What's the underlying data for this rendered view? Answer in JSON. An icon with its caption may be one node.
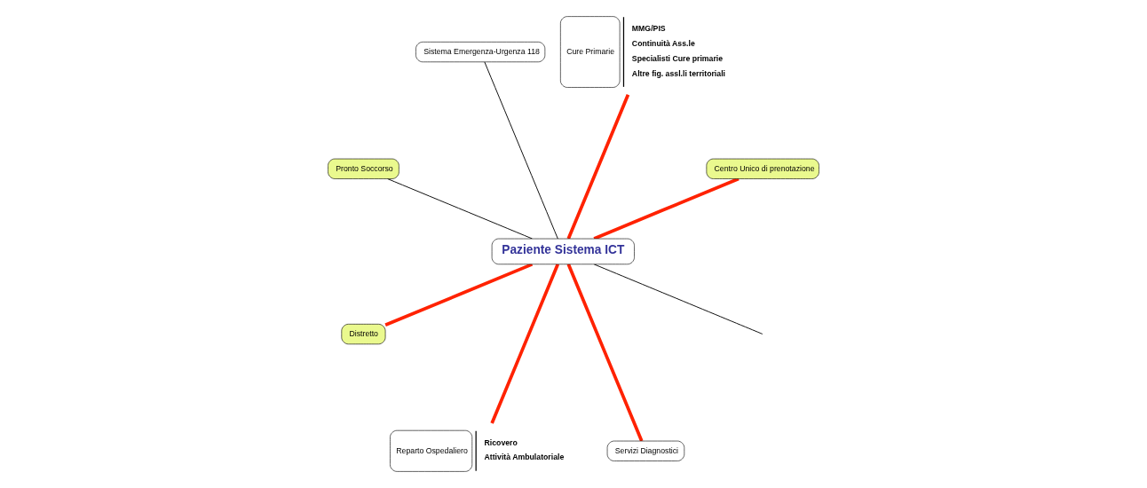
{
  "diagram": {
    "nodes": [
      {
        "text": [
          "Centro Unico di prenotazione"
        ]
      },
      {
        "text": [
          "Cure Primarie"
        ],
        "beside": [
          "MMG/PIS",
          "Continuità Ass.le",
          "Specialisti Cure primarie",
          "Altre fig. assl.li territoriali"
        ]
      },
      {
        "text": [
          "Sistema Emergenza-Urgenza 118"
        ]
      },
      {
        "text": [
          "Paziente Sistema ICT"
        ]
      },
      {
        "text": [
          "Pronto Soccorso"
        ]
      },
      {
        "text": [
          "Distretto"
        ]
      },
      {
        "text": [
          "Reparto Ospedaliero"
        ],
        "beside": [
          "Ricovero",
          "Attività Ambulatoriale"
        ]
      },
      {
        "text": [
          "Servizi Diagnostici"
        ]
      }
    ],
    "edges": [
      {
        "from": 3,
        "to": 0,
        "arrow": "none"
      },
      {
        "from": 3,
        "to": 1,
        "arrow": "none"
      },
      {
        "from": 3,
        "to": 2,
        "arrow": "none",
        "color": "#000000"
      },
      {
        "from": 3,
        "to": null,
        "arrow": "none",
        "color": "#000000"
      },
      {
        "from": 3,
        "to": 4,
        "arrow": "none",
        "color": "#000000"
      },
      {
        "from": 3,
        "to": 5,
        "arrow": "none"
      },
      {
        "from": 3,
        "to": 6,
        "arrow": "none"
      },
      {
        "from": 3,
        "to": 7,
        "arrow": "none"
      }
    ]
  }
}
